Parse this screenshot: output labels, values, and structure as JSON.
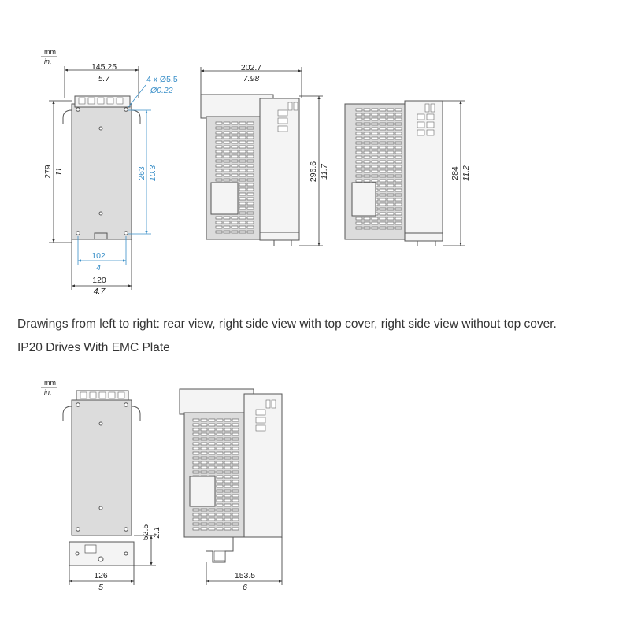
{
  "units": {
    "mm": "mm",
    "in": "in."
  },
  "drawing1": {
    "rear": {
      "top_width_mm": "145.25",
      "top_width_in": "5.7",
      "holes_mm": "4 x Ø5.5",
      "holes_in": "Ø0.22",
      "height_mm": "279",
      "height_in": "11",
      "hole_pitch_mm": "263",
      "hole_pitch_in": "10.3",
      "hole_span_mm": "102",
      "hole_span_in": "4",
      "width_mm": "120",
      "width_in": "4.7"
    },
    "side_cover": {
      "depth_mm": "202.7",
      "depth_in": "7.98",
      "height_mm": "296.6",
      "height_in": "11.7"
    },
    "side_nocover": {
      "height_mm": "284",
      "height_in": "11.2"
    }
  },
  "caption1": "Drawings from left to right: rear view, right side view with top cover, right side view without top cover.",
  "caption2": "IP20 Drives With EMC Plate",
  "drawing2": {
    "rear": {
      "plate_height_mm": "52.5",
      "plate_height_in": "2.1",
      "width_mm": "126",
      "width_in": "5"
    },
    "side": {
      "depth_mm": "153.5",
      "depth_in": "6"
    }
  }
}
